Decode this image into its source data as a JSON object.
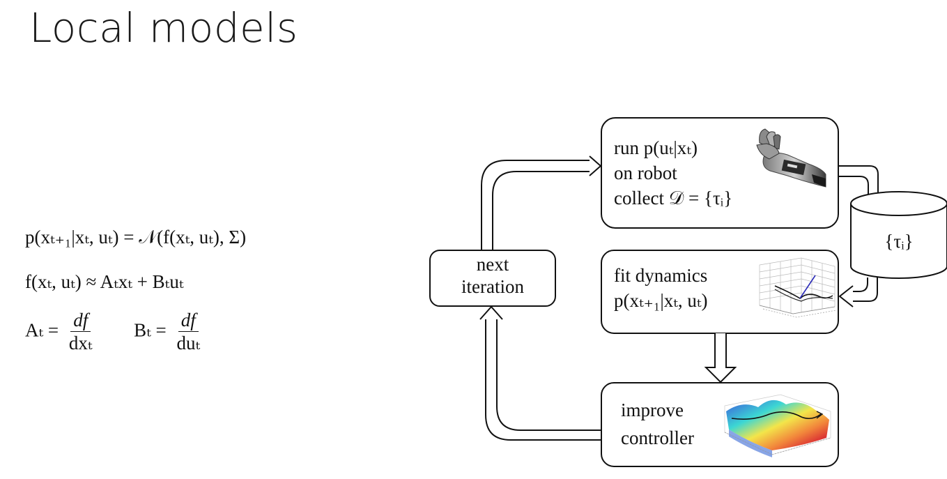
{
  "slide": {
    "title": "Local models"
  },
  "equations": {
    "line1": "p(xₜ₊₁|xₜ, uₜ) = 𝒩(f(xₜ, uₜ), Σ)",
    "line2": "f(xₜ, uₜ) ≈ Aₜxₜ + Bₜuₜ",
    "line3_lhs_a": "Aₜ =",
    "line3_num_a": "df",
    "line3_den_a": "dxₜ",
    "line3_lhs_b": "Bₜ =",
    "line3_num_b": "df",
    "line3_den_b": "duₜ"
  },
  "diagram": {
    "run_box": {
      "line1": "run p(uₜ|xₜ)",
      "line2": "on robot",
      "line3": "collect 𝒟 = {τᵢ}"
    },
    "dataset_cylinder": {
      "label": "{τᵢ}"
    },
    "fit_box": {
      "line1": "fit dynamics",
      "line2": "p(xₜ₊₁|xₜ, uₜ)"
    },
    "improve_box": {
      "line1": "improve",
      "line2": "controller"
    },
    "next_box": {
      "line1": "next",
      "line2": "iteration"
    },
    "icons": {
      "robot": "robot-hand-icon",
      "dynamics_plot": "3d-trajectory-plot-icon",
      "cost_surface": "cost-surface-plot-icon"
    }
  }
}
